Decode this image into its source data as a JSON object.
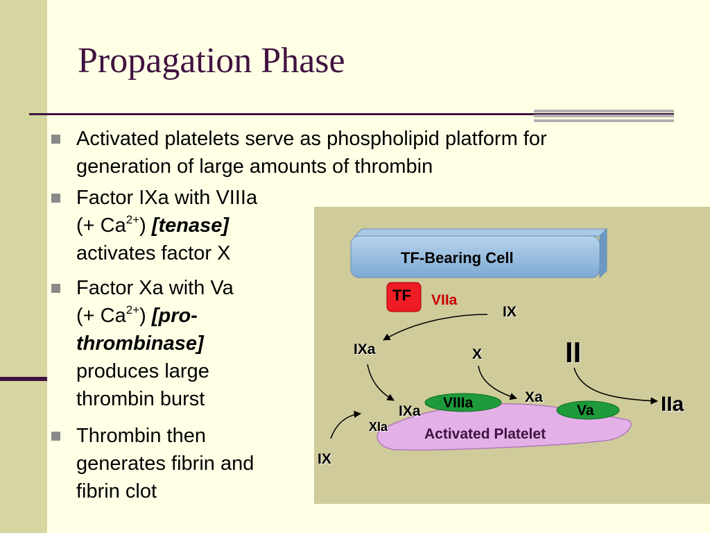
{
  "slide": {
    "title": "Propagation Phase",
    "bullets": {
      "b1": {
        "line1": "Activated platelets serve as phospholipid platform for",
        "line2": "generation of large amounts of thrombin"
      },
      "b2": {
        "line1": "Factor IXa with VIIIa",
        "ca": "(+ Ca",
        "sup": "2+",
        "close": ")",
        "emph": "[tenase]",
        "line3": "activates factor X"
      },
      "b3": {
        "line1": "Factor Xa with Va",
        "ca": "(+ Ca",
        "sup": "2+",
        "close": ")",
        "emph1": "[pro-",
        "emph2": "thrombinase]",
        "line4": "produces large",
        "line5": "thrombin burst"
      },
      "b4": {
        "line1": "Thrombin then",
        "line2": "generates fibrin and",
        "line3": "fibrin clot"
      }
    }
  },
  "diagram": {
    "tf_cell": "TF-Bearing Cell",
    "tf": "TF",
    "viia": "VIIa",
    "ix_top": "IX",
    "ixa_left": "IXa",
    "x": "X",
    "ii": "II",
    "xa": "Xa",
    "iia": "IIa",
    "viiia": "VIIIa",
    "va": "Va",
    "ixa_platelet": "IXa",
    "xia": "XIa",
    "ix_bottom": "IX",
    "platelet": "Activated Platelet",
    "colors": {
      "cell": "#8cb4d8",
      "tf": "#ee1c24",
      "viia_text": "#cc0000",
      "cofactor": "#1e9a3a",
      "platelet": "#e6b4ea",
      "panel": "#cfcb9b",
      "title": "#3f1240"
    }
  }
}
